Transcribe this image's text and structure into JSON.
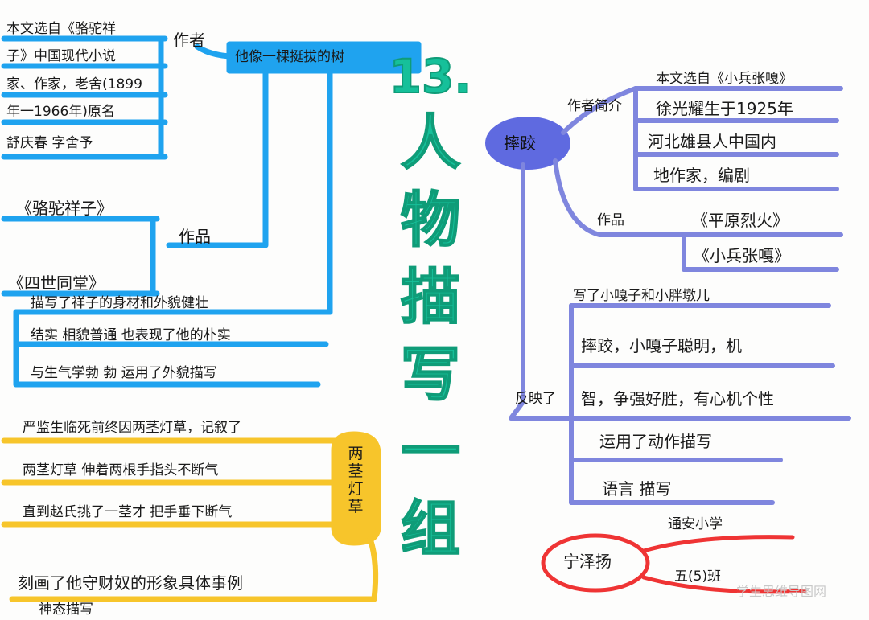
{
  "title": {
    "number": "13.",
    "chars": [
      "人",
      "物",
      "描",
      "写",
      "一",
      "组"
    ]
  },
  "left": {
    "topic": "他像一棵挺拔的树",
    "author_label": "作者",
    "author_lines": [
      "本文选自《骆驼祥",
      "子》中国现代小说",
      "家、作家，老舍(1899",
      "年一1966年)原名",
      "舒庆春 字舍予"
    ],
    "works_label": "作品",
    "works": [
      "《骆驼祥子》",
      "《四世同堂》"
    ],
    "desc_lines": [
      "描写了祥子的身材和外貌健壮",
      "结实 相貌普通 也表现了他的朴实",
      "与生气学勃 勃 运用了外貌描写"
    ]
  },
  "yellow": {
    "label": "两茎灯草",
    "lines": [
      "严监生临死前终因两茎灯草，记叙了",
      "两茎灯草 伸着两根手指头不断气",
      "直到赵氏挑了一茎才 把手垂下断气",
      "刻画了他守财奴的形象具体事例"
    ],
    "sub": "神态描写"
  },
  "right": {
    "topic": "摔跤",
    "author_label": "作者简介",
    "author_lines": [
      "本文选自《小兵张嘎》",
      "徐光耀生于1925年",
      "河北雄县人中国内",
      "地作家，编剧"
    ],
    "works_label": "作品",
    "works": [
      "《平原烈火》",
      "《小兵张嘎》"
    ],
    "reflect_label": "反映了",
    "reflect_lines": [
      "写了小嘎子和小胖墩儿",
      "摔跤，小嘎子聪明，机",
      "智，争强好胜，有心机个性",
      "运用了动作描写",
      "语言 描写"
    ]
  },
  "signature": {
    "name": "宁泽扬",
    "school": "通安小学",
    "class": "五(5)班"
  },
  "watermark": "学生思维导图网",
  "colors": {
    "left": "#1fa3ef",
    "right": "#7f86de",
    "yellow": "#f7c52b",
    "red": "#ef3434",
    "title": "#16c09a"
  }
}
